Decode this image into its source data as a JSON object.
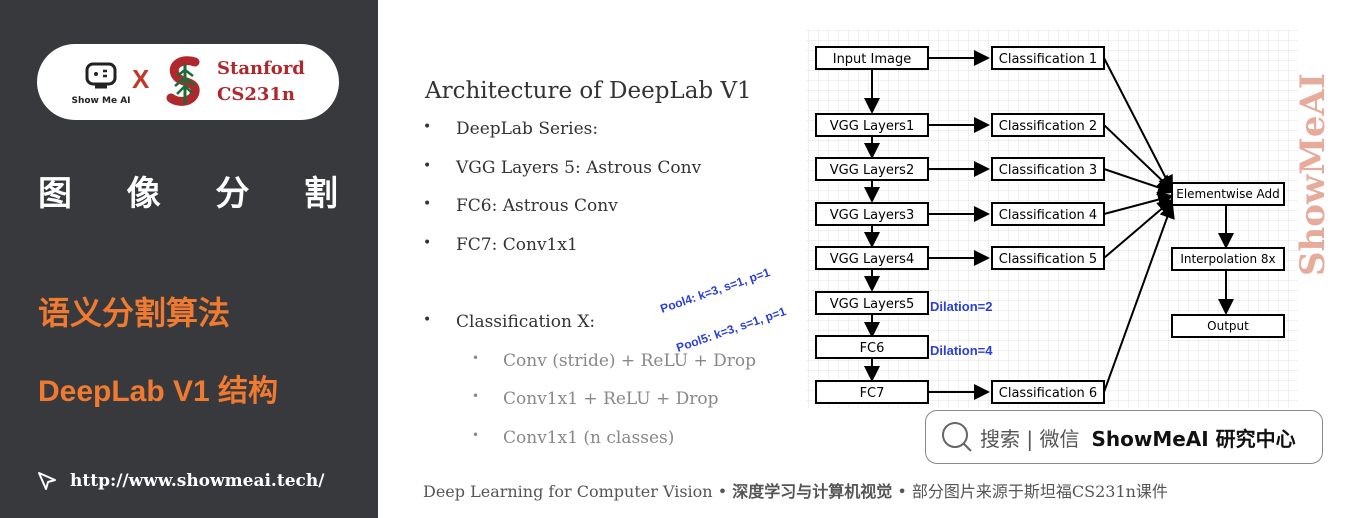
{
  "sidebar": {
    "logo_label": "Show Me AI",
    "x_sep": "X",
    "stanford_line1": "Stanford",
    "stanford_line2": "CS231n",
    "title_chars": [
      "图",
      "像",
      "分",
      "割"
    ],
    "topic1": "语义分割算法",
    "topic2": "DeepLab V1 结构",
    "url": "http://www.showmeai.tech/",
    "accent_color": "#ef7a30",
    "bg_color": "#37393d"
  },
  "slide": {
    "heading": "Architecture of DeepLab V1",
    "bullets": [
      "DeepLab Series:",
      "VGG Layers 5: Astrous Conv",
      "FC6: Astrous Conv",
      "FC7: Conv1x1"
    ],
    "classification": "Classification X:",
    "sub_bullets": [
      "Conv (stride) + ReLU + Drop",
      "Conv1x1 + ReLU + Drop",
      "Conv1x1 (n  classes)"
    ],
    "footer_en": "Deep Learning for Computer Vision",
    "footer_sep": "•",
    "footer_cn_bold": "深度学习与计算机视觉",
    "footer_cn_tail": "部分图片来源于斯坦福CS231n课件"
  },
  "diagram": {
    "left_column": [
      "Input Image",
      "VGG Layers1",
      "VGG Layers2",
      "VGG Layers3",
      "VGG Layers4",
      "VGG Layers5",
      "FC6",
      "FC7"
    ],
    "classifiers": [
      "Classification 1",
      "Classification 2",
      "Classification 3",
      "Classification 4",
      "Classification 5",
      "Classification 6"
    ],
    "right_column": [
      "Elementwise Add",
      "Interpolation 8x",
      "Output"
    ],
    "dilation_labels": [
      "Dilation=2",
      "Dilation=4"
    ],
    "pool_labels": [
      "Pool4: k=3, s=1, p=1",
      "Pool5: k=3, s=1, p=1"
    ],
    "annotation_color": "#2a3fd6"
  },
  "search": {
    "text": "搜索 | 微信",
    "brand": "ShowMeAI 研究中心",
    "icon": "search-icon"
  },
  "watermark": "ShowMeAI"
}
